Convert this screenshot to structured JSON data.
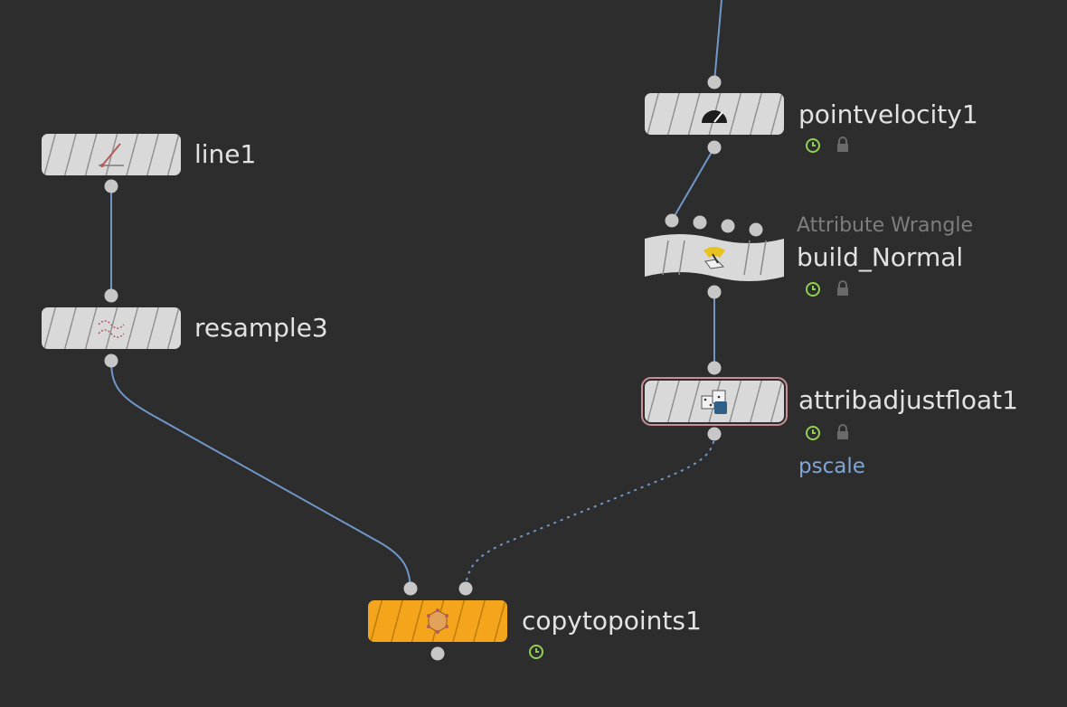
{
  "nodes": {
    "pointvelocity": {
      "name": "pointvelocity1",
      "icon": "speedometer-icon"
    },
    "line": {
      "name": "line1",
      "icon": "line-icon"
    },
    "wrangle": {
      "type": "Attribute Wrangle",
      "name": "build_Normal",
      "icon": "wrangle-icon"
    },
    "resample": {
      "name": "resample3",
      "icon": "resample-icon"
    },
    "attribadjust": {
      "name": "attribadjustfloat1",
      "attribute": "pscale",
      "icon": "dice-icon"
    },
    "copytopoints": {
      "name": "copytopoints1",
      "icon": "copy-points-icon"
    }
  },
  "colors": {
    "background": "#2d2d2d",
    "wire": "#6f98c9",
    "node_body": "#d9d9d9",
    "node_selected": "#f4a51c",
    "flag_time": "#8fd14f",
    "attribute_label": "#7fa6d6"
  }
}
